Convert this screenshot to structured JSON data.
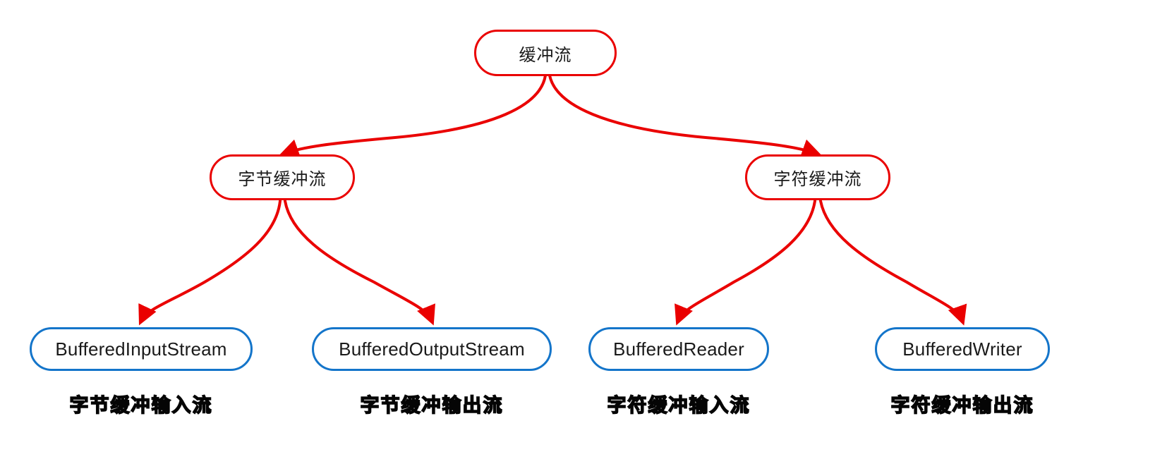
{
  "diagram": {
    "type": "tree",
    "title_node": "缓冲流",
    "colors": {
      "edge": "#ea0000",
      "category_border": "#ea0000",
      "leaf_border": "#1475ca",
      "text": "#1a1a1a",
      "caption": "#050505",
      "background": "#ffffff"
    },
    "root": {
      "label": "缓冲流"
    },
    "categories": [
      {
        "label": "字节缓冲流"
      },
      {
        "label": "字符缓冲流"
      }
    ],
    "leaves": [
      {
        "label": "BufferedInputStream",
        "caption": "字节缓冲输入流"
      },
      {
        "label": "BufferedOutputStream",
        "caption": "字节缓冲输出流"
      },
      {
        "label": "BufferedReader",
        "caption": "字符缓冲输入流"
      },
      {
        "label": "BufferedWriter",
        "caption": "字符缓冲输出流"
      }
    ],
    "edges": [
      {
        "from": "缓冲流",
        "to": "字节缓冲流"
      },
      {
        "from": "缓冲流",
        "to": "字符缓冲流"
      },
      {
        "from": "字节缓冲流",
        "to": "BufferedInputStream"
      },
      {
        "from": "字节缓冲流",
        "to": "BufferedOutputStream"
      },
      {
        "from": "字符缓冲流",
        "to": "BufferedReader"
      },
      {
        "from": "字符缓冲流",
        "to": "BufferedWriter"
      }
    ]
  }
}
